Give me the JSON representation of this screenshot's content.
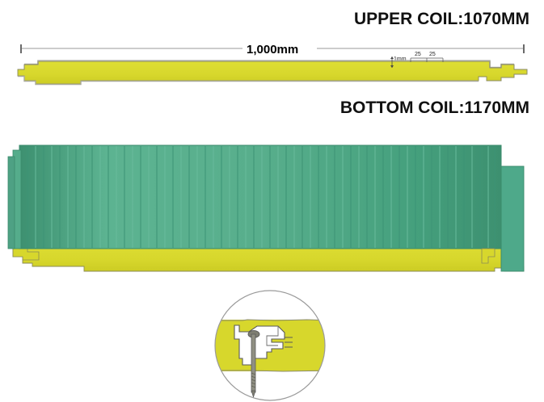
{
  "drawing": {
    "title_upper": "UPPER COIL:1070MM",
    "title_bottom": "BOTTOM COIL:1170MM",
    "width_dimension": "1,000mm",
    "thickness_note": "1mm",
    "rib_spacing_1": "25",
    "rib_spacing_2": "25"
  },
  "colors": {
    "foam_yellow": "#d9d92e",
    "foam_yellow_dark": "#c2c226",
    "panel_green": "#4aa783",
    "panel_green_light": "#62b896",
    "panel_green_dark": "#3d9070",
    "metal_grey": "#b8b8b0",
    "outline": "#8a8a7a",
    "detail_circle_stroke": "#9a9a9a",
    "screw_grey": "#8f8f82"
  },
  "views": {
    "section_view_name": "panel-cross-section",
    "elevation_view_name": "corrugated-panel-elevation",
    "detail_view_name": "joint-detail-circle"
  }
}
